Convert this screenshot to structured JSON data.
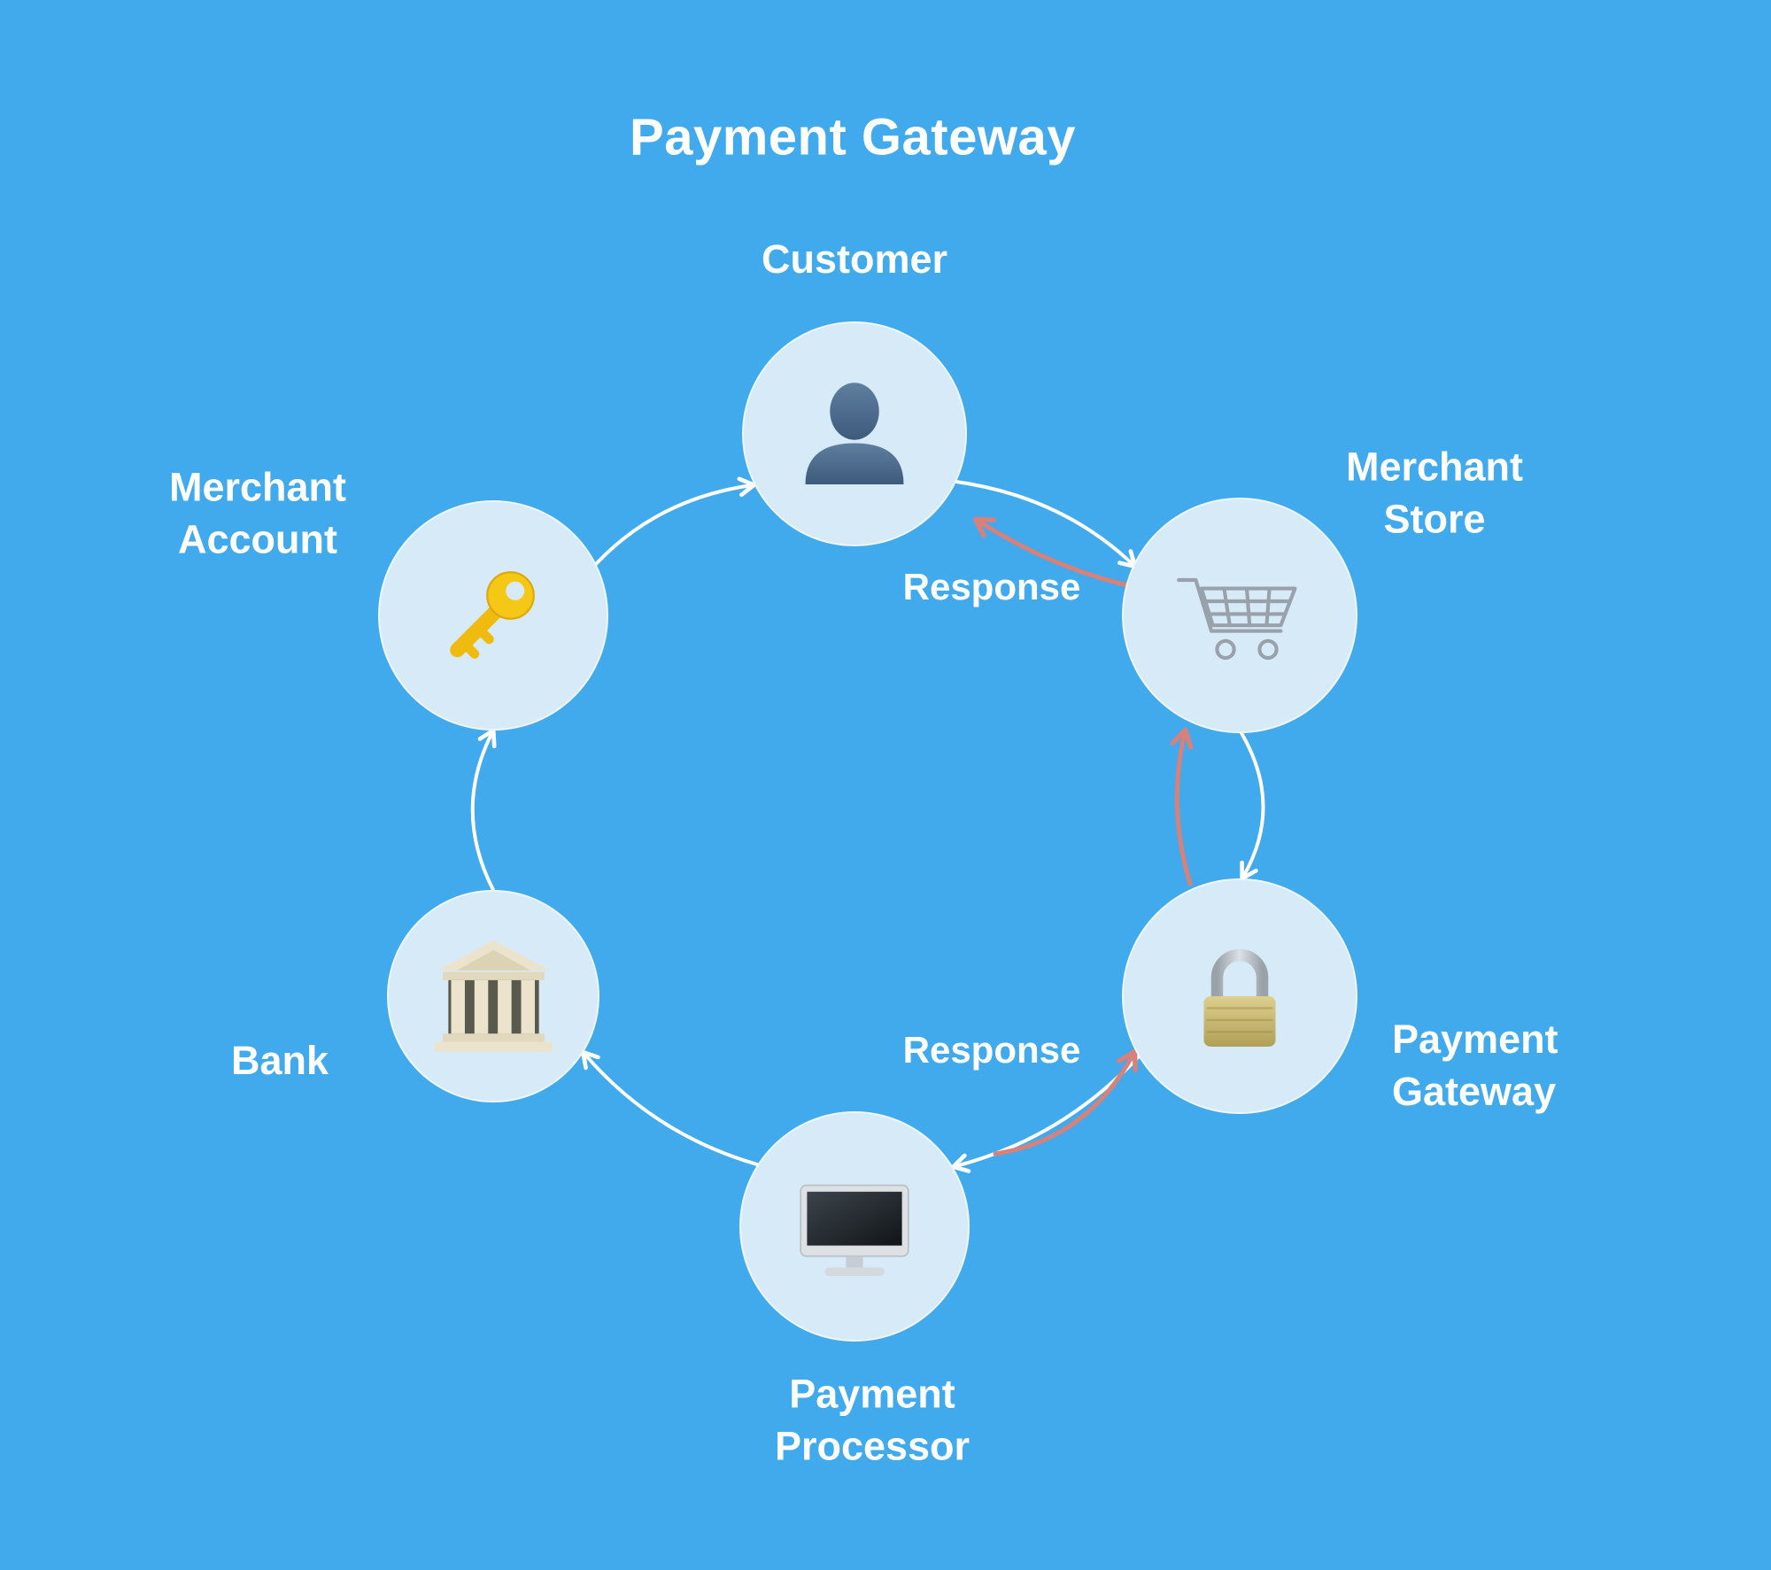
{
  "title": "Payment Gateway",
  "colors": {
    "background": "#41aaec",
    "node_fill": "#d7eaf7",
    "flow_arrow": "#ffffff",
    "response_arrow": "#d88079",
    "label_text": "#ffffff"
  },
  "nodes": [
    {
      "id": "customer",
      "label": "Customer",
      "icon": "person-icon"
    },
    {
      "id": "merchant-store",
      "label": "Merchant Store",
      "icon": "shopping-cart-icon"
    },
    {
      "id": "payment-gateway",
      "label": "Payment Gateway",
      "icon": "padlock-icon"
    },
    {
      "id": "payment-processor",
      "label": "Payment Processor",
      "icon": "desktop-computer-icon"
    },
    {
      "id": "bank",
      "label": "Bank",
      "icon": "bank-building-icon"
    },
    {
      "id": "merchant-account",
      "label": "Merchant Account",
      "icon": "key-icon"
    }
  ],
  "annotations": {
    "response_top": "Response",
    "response_bottom": "Response"
  },
  "edges": [
    {
      "from": "customer",
      "to": "merchant-store",
      "type": "flow"
    },
    {
      "from": "merchant-store",
      "to": "payment-gateway",
      "type": "flow"
    },
    {
      "from": "payment-gateway",
      "to": "payment-processor",
      "type": "flow"
    },
    {
      "from": "payment-processor",
      "to": "bank",
      "type": "flow"
    },
    {
      "from": "bank",
      "to": "merchant-account",
      "type": "flow"
    },
    {
      "from": "merchant-account",
      "to": "customer",
      "type": "flow"
    },
    {
      "from": "merchant-store",
      "to": "customer",
      "type": "response"
    },
    {
      "from": "payment-gateway",
      "to": "merchant-store",
      "type": "response"
    },
    {
      "from": "payment-processor",
      "to": "payment-gateway",
      "type": "response"
    }
  ]
}
